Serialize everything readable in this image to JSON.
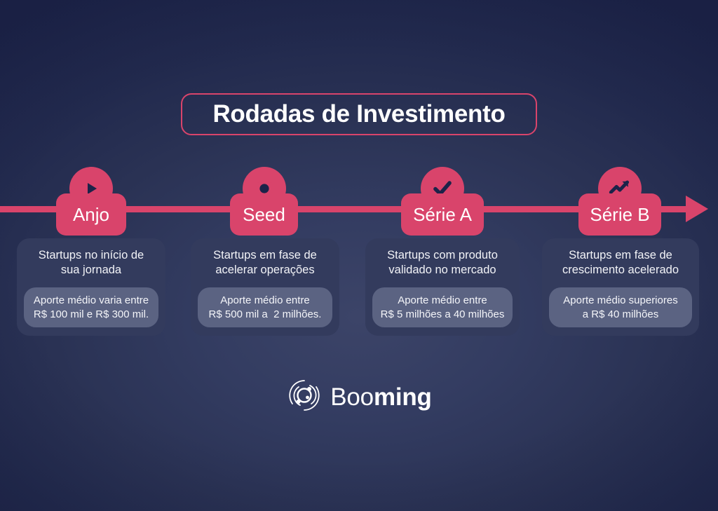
{
  "theme": {
    "accent_pink": "#d9446b",
    "bg_dark_navy": "#1c2349",
    "bg_center_navy": "#3c4468",
    "card_bg": "#333b5d",
    "pill_bg": "#5b6382",
    "text_white": "#ffffff"
  },
  "header": {
    "title": "Rodadas de Investimento"
  },
  "timeline": {
    "arrow_icon": "arrow-right-icon",
    "stages": [
      {
        "id": "anjo",
        "label": "Anjo",
        "icon": "play-icon",
        "description": "Startups no início de\nsua jornada",
        "amount": "Aporte médio varia entre\nR$ 100 mil e R$ 300 mil."
      },
      {
        "id": "seed",
        "label": "Seed",
        "icon": "gear-icon",
        "description": "Startups em fase de\nacelerar operações",
        "amount": "Aporte médio entre\nR$ 500 mil a  2 milhões."
      },
      {
        "id": "serie-a",
        "label": "Série A",
        "icon": "check-icon",
        "description": "Startups com produto\nvalidado no mercado",
        "amount": "Aporte médio entre\nR$ 5 milhões a 40 milhões"
      },
      {
        "id": "serie-b",
        "label": "Série B",
        "icon": "trending-up-icon",
        "description": "Startups em fase de\ncrescimento acelerado",
        "amount": "Aporte médio superiores\na R$ 40 milhões"
      }
    ]
  },
  "footer": {
    "logo_mark_icon": "orbit-logo-icon",
    "logo_text_light": "Boo",
    "logo_text_bold": "ming"
  }
}
